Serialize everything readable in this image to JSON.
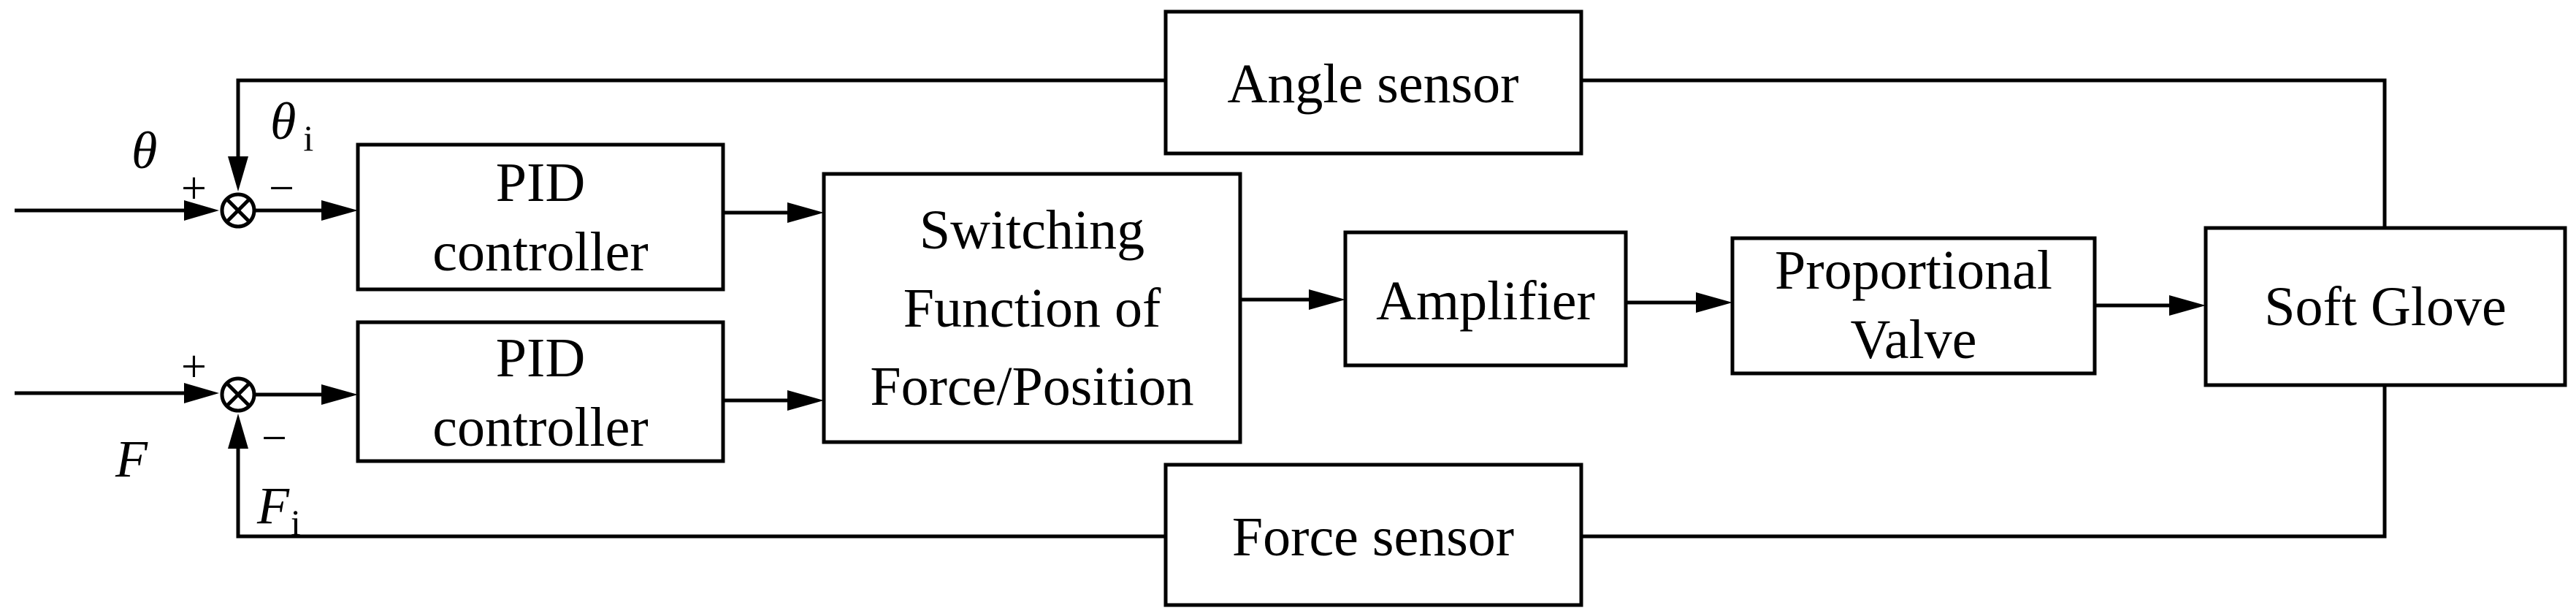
{
  "blocks": {
    "angle_sensor": "Angle sensor",
    "pid_top": [
      "PID",
      "controller"
    ],
    "pid_bottom": [
      "PID",
      "controller"
    ],
    "switching": [
      "Switching",
      "Function of",
      "Force/Position"
    ],
    "amplifier": "Amplifier",
    "valve": [
      "Proportional",
      "Valve"
    ],
    "glove": "Soft Glove",
    "force_sensor": "Force sensor"
  },
  "signals": {
    "theta": "θ",
    "theta_i_main": "θ",
    "theta_i_sub": "i",
    "force": "F",
    "force_i_main": "F",
    "force_i_sub": "i"
  },
  "signs": {
    "top_plus": "+",
    "top_minus": "−",
    "bottom_plus": "+",
    "bottom_minus": "−"
  }
}
